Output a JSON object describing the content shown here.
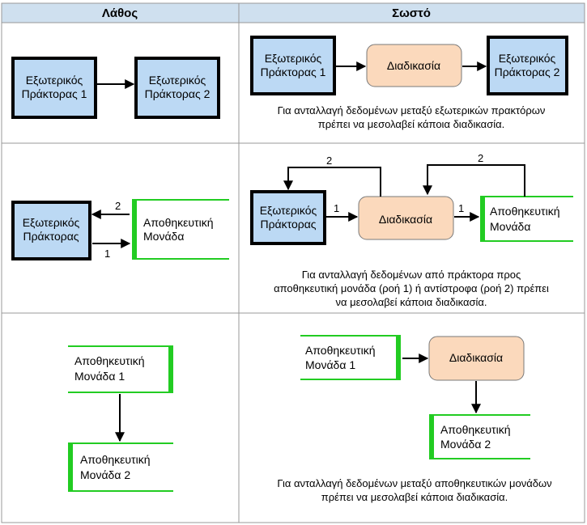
{
  "headers": {
    "wrong": "Λάθος",
    "right": "Σωστό"
  },
  "colors": {
    "header_bg": "#cfe0ef",
    "agent_fill": "#bcd9f4",
    "agent_border": "#000000",
    "process_fill": "#fbd9bc",
    "process_border": "#7a7a7a",
    "store_green": "#22cc22",
    "grid": "#999999"
  },
  "rows": [
    {
      "wrong": {
        "agent1": [
          "Εξωτερικός",
          "Πράκτορας 1"
        ],
        "agent2": [
          "Εξωτερικός",
          "Πράκτορας 2"
        ]
      },
      "right": {
        "agent1": [
          "Εξωτερικός",
          "Πράκτορας 1"
        ],
        "process": "Διαδικασία",
        "agent2": [
          "Εξωτερικός",
          "Πράκτορας 2"
        ],
        "caption": [
          "Για ανταλλαγή δεδομένων μεταξύ εξωτερικών πρακτόρων",
          "πρέπει να μεσολαβεί κάποια διαδικασία."
        ]
      }
    },
    {
      "wrong": {
        "agent": [
          "Εξωτερικός",
          "Πράκτορας"
        ],
        "store": [
          "Αποθηκευτική",
          "Μονάδα"
        ],
        "flow_top": "2",
        "flow_bottom": "1"
      },
      "right": {
        "agent": [
          "Εξωτερικός",
          "Πράκτορας"
        ],
        "process": "Διαδικασία",
        "store": [
          "Αποθηκευτική",
          "Μονάδα"
        ],
        "flow_in_left": "1",
        "flow_in_right": "1",
        "flow_back_left": "2",
        "flow_back_right": "2",
        "caption": [
          "Για ανταλλαγή δεδομένων από πράκτορα προς",
          "αποθηκευτική μονάδα (ροή 1) ή αντίστροφα (ροή 2) πρέπει",
          "να μεσολαβεί κάποια διαδικασία."
        ]
      }
    },
    {
      "wrong": {
        "store1": [
          "Αποθηκευτική",
          "Μονάδα 1"
        ],
        "store2": [
          "Αποθηκευτική",
          "Μονάδα 2"
        ]
      },
      "right": {
        "store1": [
          "Αποθηκευτική",
          "Μονάδα 1"
        ],
        "process": "Διαδικασία",
        "store2": [
          "Αποθηκευτική",
          "Μονάδα 2"
        ],
        "caption": [
          "Για ανταλλαγή δεδομένων μεταξύ αποθηκευτικών μονάδων",
          "πρέπει να μεσολαβεί κάποια διαδικασία."
        ]
      }
    }
  ]
}
